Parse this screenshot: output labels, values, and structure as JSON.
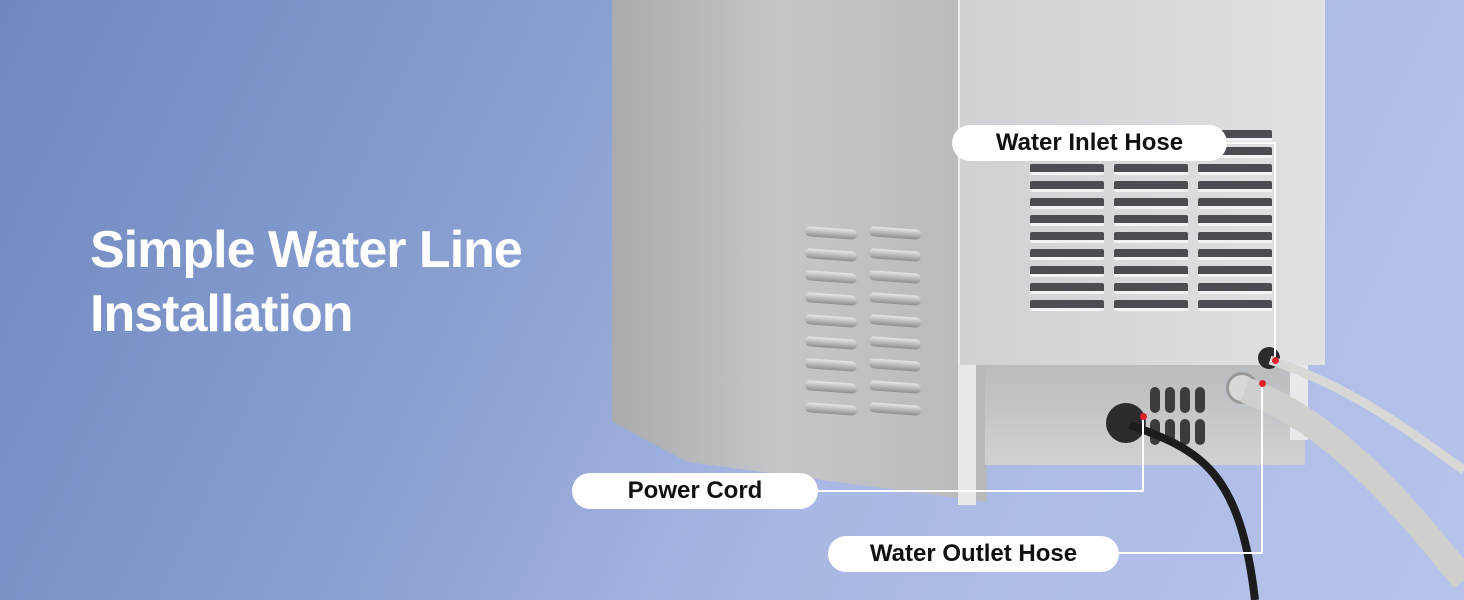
{
  "headline": {
    "line1": "Simple Water Line",
    "line2": "Installation"
  },
  "labels": {
    "water_inlet_hose": "Water Inlet Hose",
    "power_cord": "Power Cord",
    "water_outlet_hose": "Water Outlet Hose"
  },
  "colors": {
    "marker": "#e0202a",
    "label_bg": "#ffffff"
  }
}
